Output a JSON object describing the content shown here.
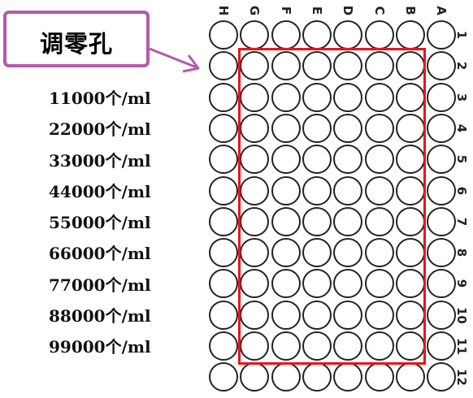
{
  "callout": {
    "label": "调零孔"
  },
  "concentrations": [
    "11000个/ml",
    "22000个/ml",
    "33000个/ml",
    "44000个/ml",
    "55000个/ml",
    "66000个/ml",
    "77000个/ml",
    "88000个/ml",
    "99000个/ml"
  ],
  "plate": {
    "columns": [
      "H",
      "G",
      "F",
      "E",
      "D",
      "C",
      "B",
      "A"
    ],
    "rows": [
      "1",
      "2",
      "3",
      "4",
      "5",
      "6",
      "7",
      "8",
      "9",
      "10",
      "11",
      "12"
    ]
  },
  "colors": {
    "callout_border": "#b55aa8",
    "selection_border": "#e8141a",
    "well_border": "#222222"
  }
}
